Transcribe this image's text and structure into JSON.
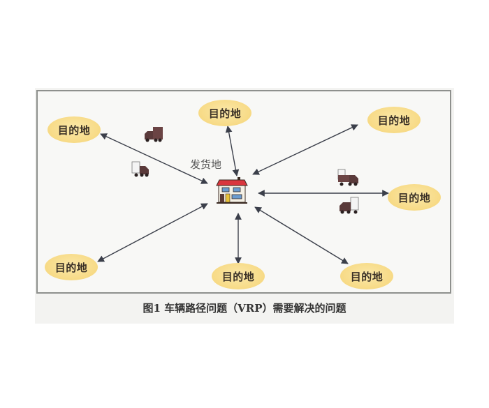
{
  "figure": {
    "caption": "图1 车辆路径问题（VRP）需要解决的问题",
    "origin": {
      "label": "发货地",
      "icon": "house-icon"
    },
    "destinations": [
      {
        "id": "top-left",
        "label": "目的地"
      },
      {
        "id": "top-center",
        "label": "目的地"
      },
      {
        "id": "top-right",
        "label": "目的地"
      },
      {
        "id": "right",
        "label": "目的地"
      },
      {
        "id": "bottom-left",
        "label": "目的地"
      },
      {
        "id": "bottom-center",
        "label": "目的地"
      },
      {
        "id": "bottom-right",
        "label": "目的地"
      }
    ],
    "vehicles": [
      {
        "id": "truck-1",
        "icon": "truck-icon"
      },
      {
        "id": "truck-2",
        "icon": "truck-icon"
      },
      {
        "id": "truck-3",
        "icon": "truck-icon"
      },
      {
        "id": "truck-4",
        "icon": "truck-icon"
      }
    ],
    "colors": {
      "node_fill": "#f7da85",
      "arrow": "#3b3f4a",
      "frame_border": "#8e908d",
      "house_roof": "#d9363e",
      "truck_body": "#5a3a3a"
    }
  }
}
